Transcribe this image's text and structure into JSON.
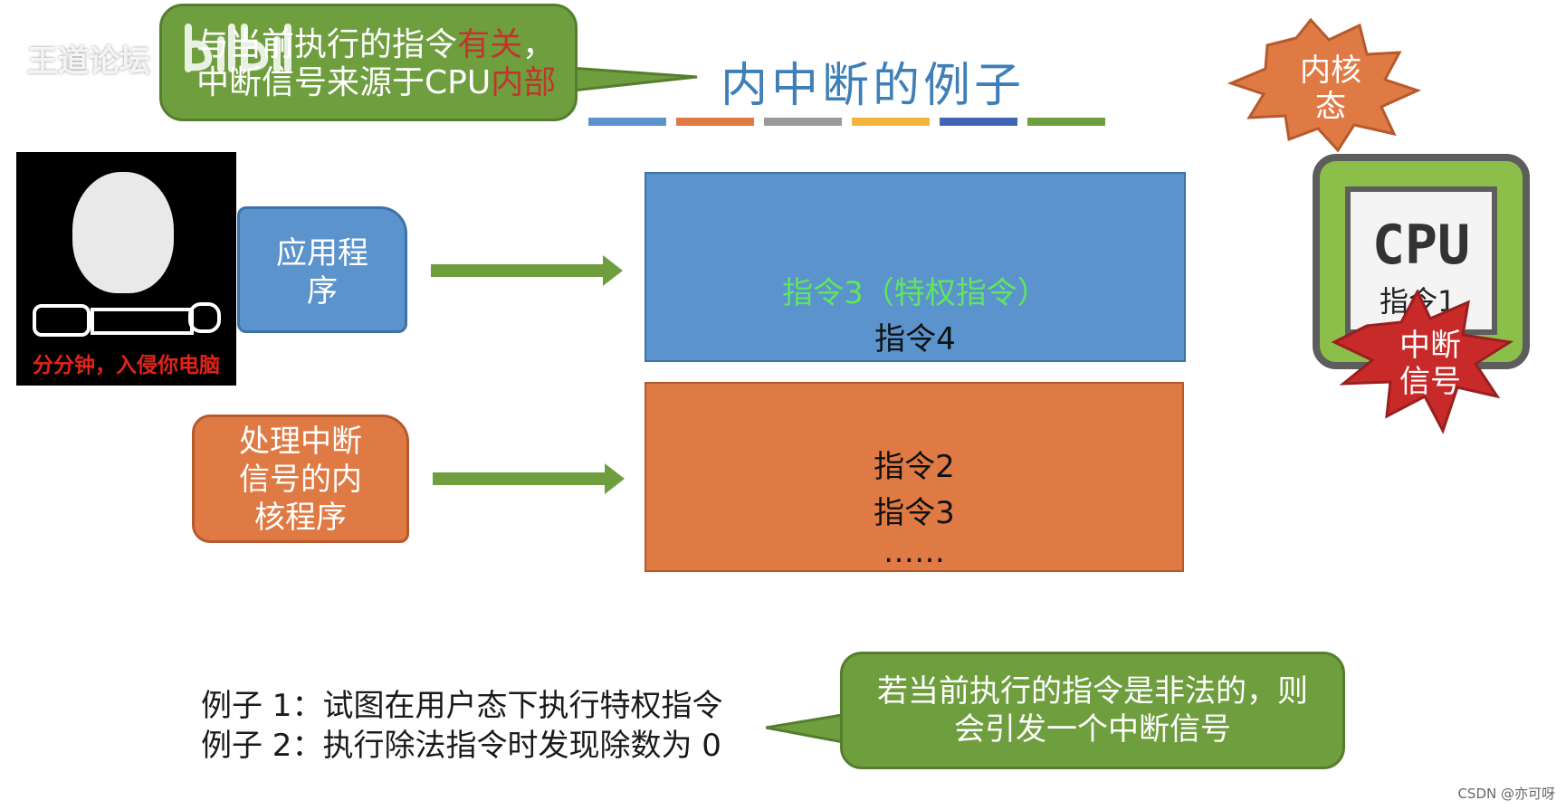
{
  "watermark": {
    "site_text": "王道论坛"
  },
  "top_callout": {
    "line1": "与当前执行的指令",
    "line1_highlight": "有关",
    "line1_end": "，",
    "line2": "中断信号来源于CPU",
    "line2_highlight": "内部"
  },
  "title": "内中断的例子",
  "divider_colors": [
    "#5b93cc",
    "#e07a45",
    "#9a9a9a",
    "#f2b53a",
    "#3f66b0",
    "#6f9e3f"
  ],
  "meme": {
    "caption": "分分钟，入侵你电脑"
  },
  "scroll_app": {
    "line1": "应用程",
    "line2": "序"
  },
  "scroll_kernel": {
    "line1": "处理中断",
    "line2": "信号的内",
    "line3": "核程序"
  },
  "box_user": {
    "instr_privileged": "指令3（特权指令）",
    "instr4": "指令4"
  },
  "box_kernel": {
    "instr2": "指令2",
    "instr3": "指令3",
    "ellipsis": "……"
  },
  "kernel_badge": {
    "line1": "内核",
    "line2": "态"
  },
  "cpu": {
    "label": "CPU",
    "instruction": "指令1"
  },
  "interrupt_badge": {
    "line1": "中断",
    "line2": "信号"
  },
  "examples": {
    "example1": "例子 1：试图在用户态下执行特权指令",
    "example2": "例子 2：执行除法指令时发现除数为 0"
  },
  "bottom_callout": {
    "line1": "若当前执行的指令是非法的，则",
    "line2": "会引发一个中断信号"
  },
  "credit": "CSDN @亦可呀"
}
